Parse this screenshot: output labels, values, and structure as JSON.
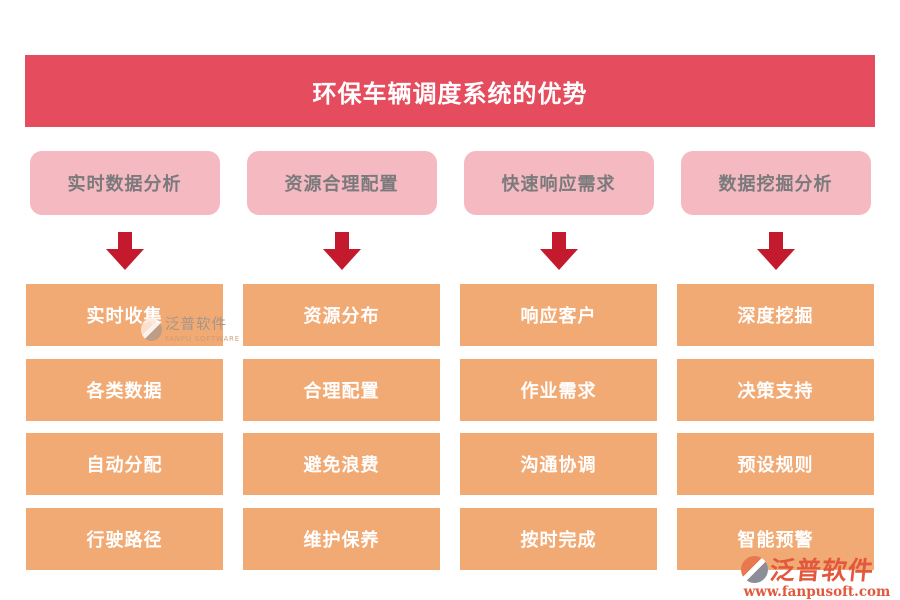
{
  "header": {
    "title": "环保车辆调度系统的优势"
  },
  "colors": {
    "banner": "#e54d5e",
    "pink_box": "#f4b9c1",
    "pink_text": "#7a7a7c",
    "arrow": "#c41a2e",
    "orange_box": "#f2aa75",
    "orange_text": "#ffffff",
    "logo_red": "#e2583c",
    "logo_orange": "#e8794e",
    "logo_gray": "#8d8d98"
  },
  "columns": [
    {
      "header": "实时数据分析",
      "items": [
        "实时收集",
        "各类数据",
        "自动分配",
        "行驶路径"
      ]
    },
    {
      "header": "资源合理配置",
      "items": [
        "资源分布",
        "合理配置",
        "避免浪费",
        "维护保养"
      ]
    },
    {
      "header": "快速响应需求",
      "items": [
        "响应客户",
        "作业需求",
        "沟通协调",
        "按时完成"
      ]
    },
    {
      "header": "数据挖掘分析",
      "items": [
        "深度挖掘",
        "决策支持",
        "预设规则",
        "智能预警"
      ]
    }
  ],
  "watermark_center": {
    "name": "泛普软件",
    "subtitle": "FANPU SOFTWARE"
  },
  "watermark_bottom_right": {
    "name": "泛普软件",
    "url": "www.fanpusoft.com"
  }
}
